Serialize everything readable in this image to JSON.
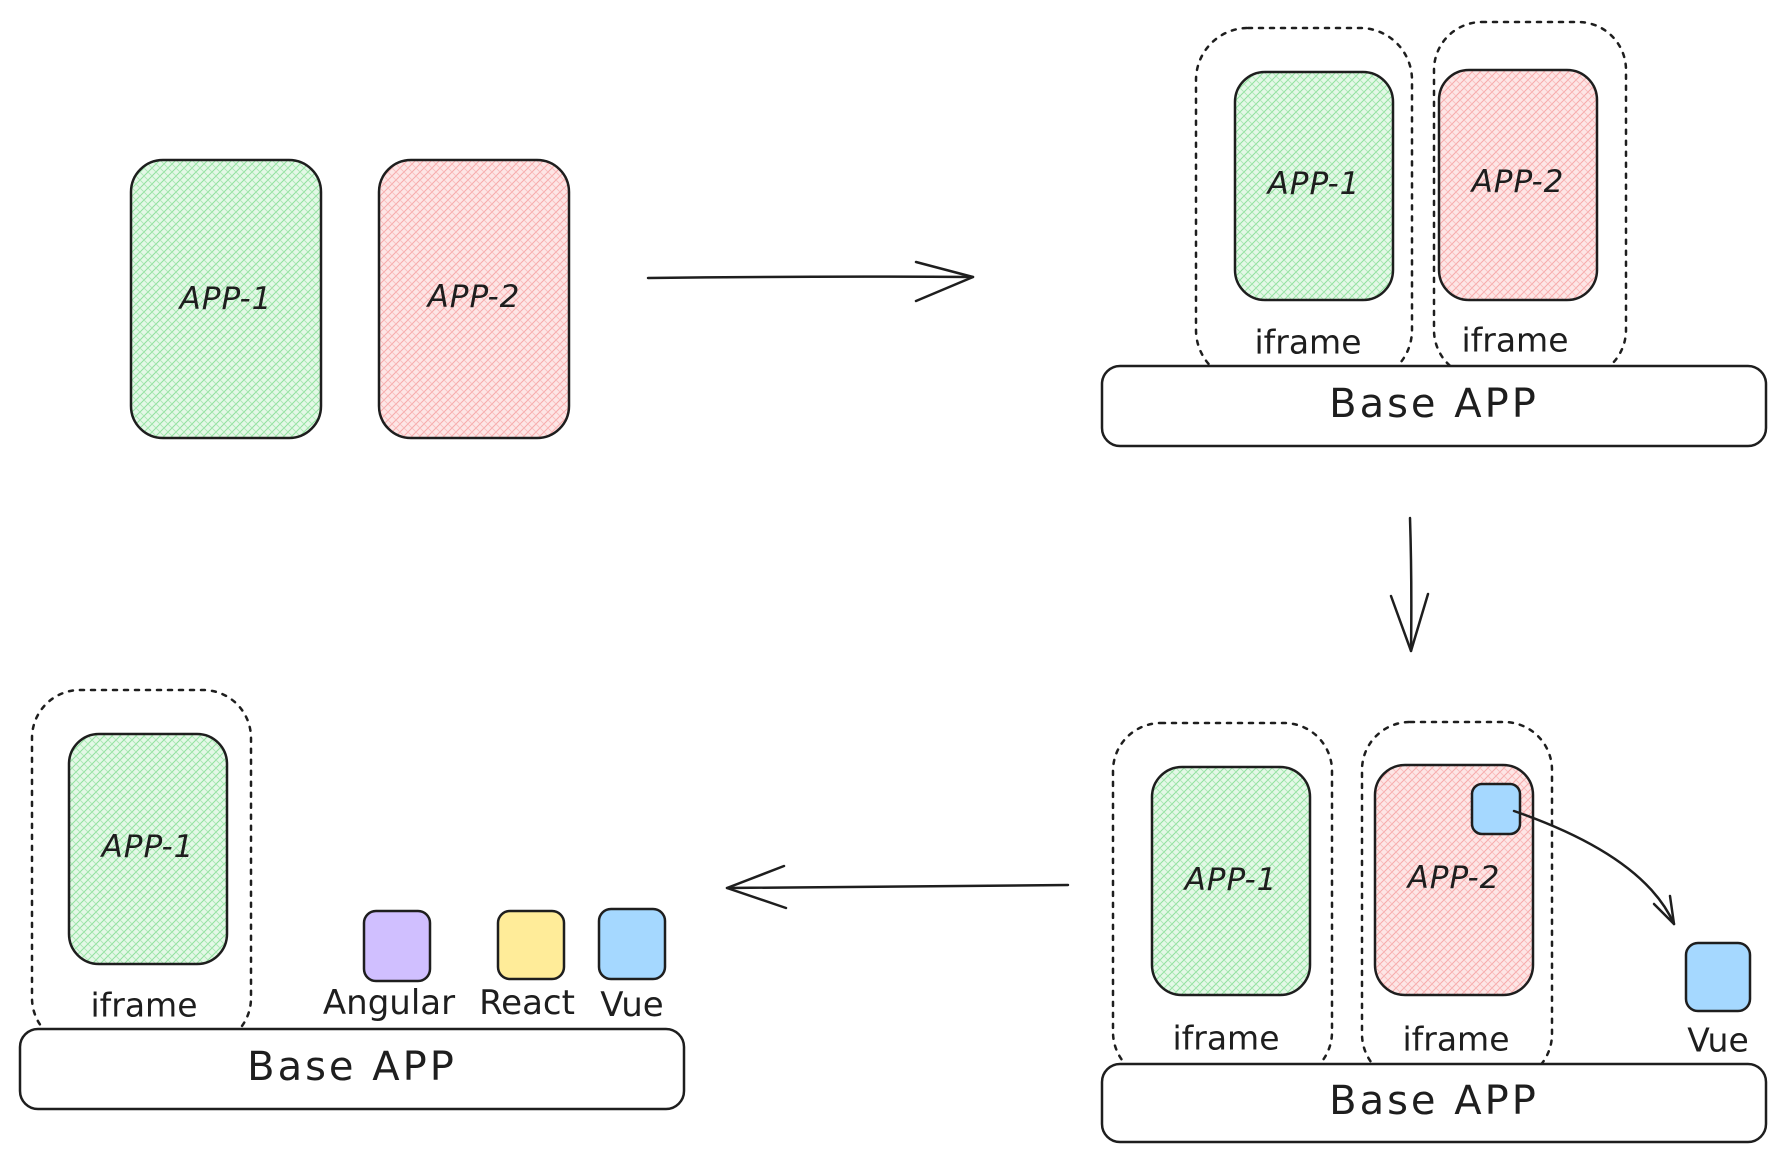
{
  "colors": {
    "app1_fill": "#b2f2bb",
    "app2_fill": "#ffc9c9",
    "angular_fill": "#d0bfff",
    "react_fill": "#ffec99",
    "vue_fill": "#a5d8ff",
    "stroke": "#1e1e1e"
  },
  "step1": {
    "app1": "APP-1",
    "app2": "APP-2"
  },
  "step2": {
    "app1": "APP-1",
    "app2": "APP-2",
    "iframe1": "iframe",
    "iframe2": "iframe",
    "base": "Base APP"
  },
  "step3": {
    "app1": "APP-1",
    "app2": "APP-2",
    "iframe1": "iframe",
    "iframe2": "iframe",
    "extracted": "Vue",
    "base": "Base APP"
  },
  "step4": {
    "app1": "APP-1",
    "iframe1": "iframe",
    "angular": "Angular",
    "react": "React",
    "vue": "Vue",
    "base": "Base APP"
  }
}
